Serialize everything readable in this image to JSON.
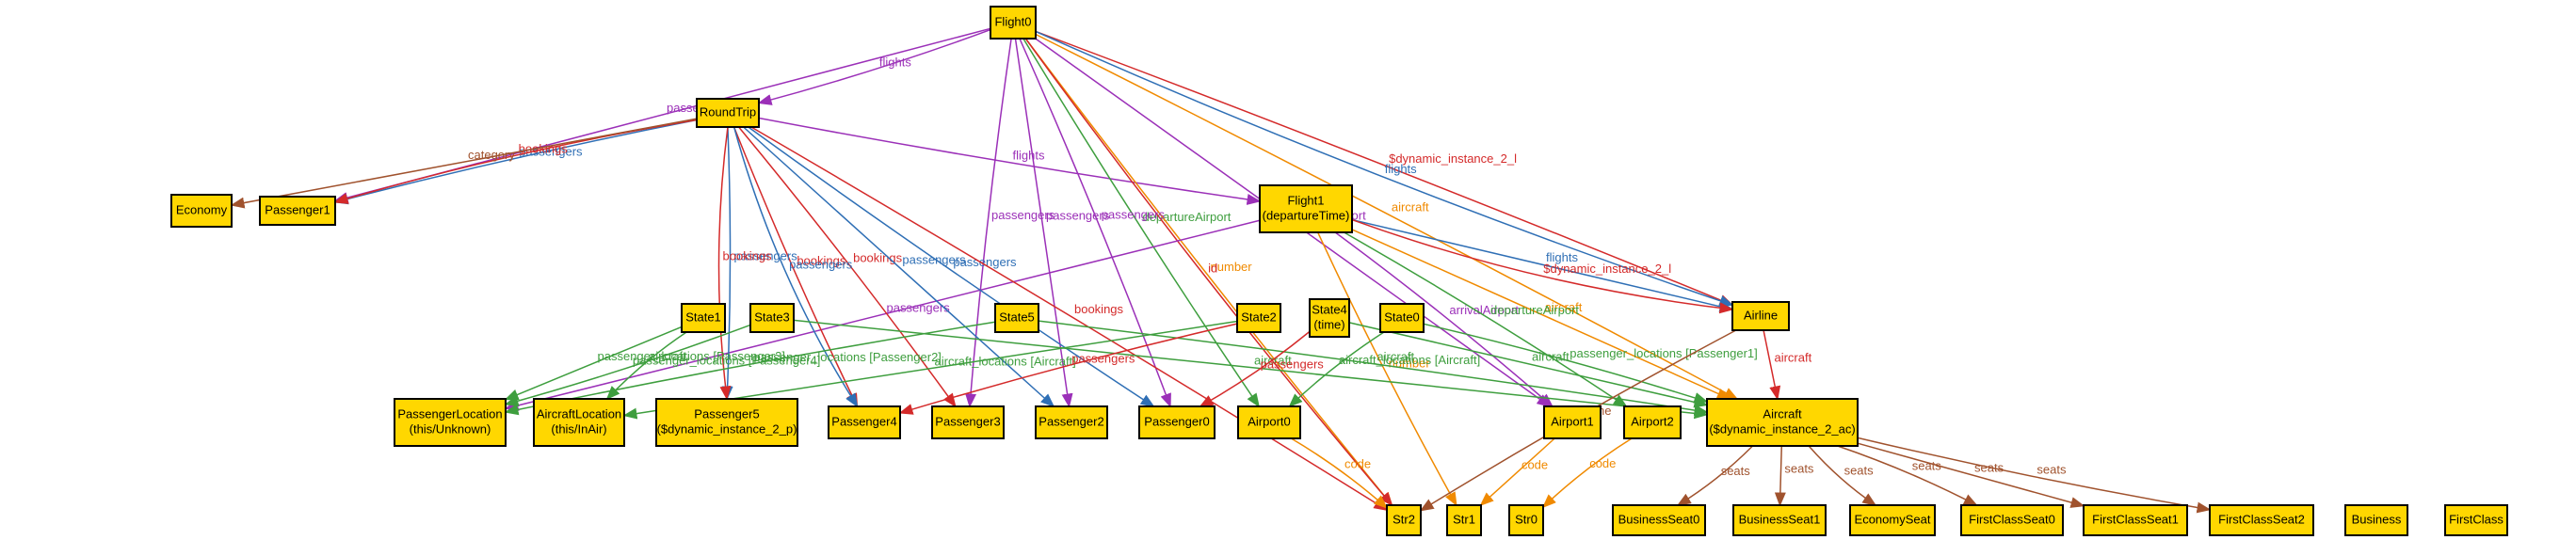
{
  "colors": {
    "node_fill": "#FFD700",
    "purple": "#9B30B8",
    "blue": "#2F6FB5",
    "red": "#D42A2A",
    "green": "#3E9E3E",
    "orange": "#F08A00",
    "brown": "#A0522D"
  },
  "nodes": [
    {
      "id": "Flight0",
      "lines": [
        "Flight0"
      ]
    },
    {
      "id": "RoundTrip",
      "lines": [
        "RoundTrip"
      ]
    },
    {
      "id": "Economy",
      "lines": [
        "Economy"
      ]
    },
    {
      "id": "Passenger1",
      "lines": [
        "Passenger1"
      ]
    },
    {
      "id": "Flight1",
      "lines": [
        "Flight1",
        "(departureTime)"
      ]
    },
    {
      "id": "Airline",
      "lines": [
        "Airline"
      ]
    },
    {
      "id": "State1",
      "lines": [
        "State1"
      ]
    },
    {
      "id": "State3",
      "lines": [
        "State3"
      ]
    },
    {
      "id": "State5",
      "lines": [
        "State5"
      ]
    },
    {
      "id": "State2",
      "lines": [
        "State2"
      ]
    },
    {
      "id": "State4",
      "lines": [
        "State4",
        "(time)"
      ]
    },
    {
      "id": "State0",
      "lines": [
        "State0"
      ]
    },
    {
      "id": "PassengerLocation",
      "lines": [
        "PassengerLocation",
        "(this/Unknown)"
      ]
    },
    {
      "id": "AircraftLocation",
      "lines": [
        "AircraftLocation",
        "(this/InAir)"
      ]
    },
    {
      "id": "Passenger5",
      "lines": [
        "Passenger5",
        "($dynamic_instance_2_p)"
      ]
    },
    {
      "id": "Passenger4",
      "lines": [
        "Passenger4"
      ]
    },
    {
      "id": "Passenger3",
      "lines": [
        "Passenger3"
      ]
    },
    {
      "id": "Passenger2",
      "lines": [
        "Passenger2"
      ]
    },
    {
      "id": "Passenger0",
      "lines": [
        "Passenger0"
      ]
    },
    {
      "id": "Airport0",
      "lines": [
        "Airport0"
      ]
    },
    {
      "id": "Airport1",
      "lines": [
        "Airport1"
      ]
    },
    {
      "id": "Airport2",
      "lines": [
        "Airport2"
      ]
    },
    {
      "id": "Aircraft",
      "lines": [
        "Aircraft",
        "($dynamic_instance_2_ac)"
      ]
    },
    {
      "id": "Str2",
      "lines": [
        "Str2"
      ]
    },
    {
      "id": "Str1",
      "lines": [
        "Str1"
      ]
    },
    {
      "id": "Str0",
      "lines": [
        "Str0"
      ]
    },
    {
      "id": "BusinessSeat0",
      "lines": [
        "BusinessSeat0"
      ]
    },
    {
      "id": "BusinessSeat1",
      "lines": [
        "BusinessSeat1"
      ]
    },
    {
      "id": "EconomySeat",
      "lines": [
        "EconomySeat"
      ]
    },
    {
      "id": "FirstClassSeat0",
      "lines": [
        "FirstClassSeat0"
      ]
    },
    {
      "id": "FirstClassSeat1",
      "lines": [
        "FirstClassSeat1"
      ]
    },
    {
      "id": "FirstClassSeat2",
      "lines": [
        "FirstClassSeat2"
      ]
    },
    {
      "id": "Business",
      "lines": [
        "Business"
      ]
    },
    {
      "id": "FirstClass",
      "lines": [
        "FirstClass"
      ]
    }
  ],
  "edges": [
    {
      "from": "Flight0",
      "to": "RoundTrip",
      "label": "flights",
      "color": "purple"
    },
    {
      "from": "Flight0",
      "to": "Passenger1",
      "label": "passengers",
      "color": "purple"
    },
    {
      "from": "RoundTrip",
      "to": "Passenger1",
      "label": "passengers",
      "color": "blue"
    },
    {
      "from": "RoundTrip",
      "to": "Passenger1",
      "label": "bookings",
      "color": "red"
    },
    {
      "from": "RoundTrip",
      "to": "Economy",
      "label": "category",
      "color": "brown"
    },
    {
      "from": "RoundTrip",
      "to": "Flight1",
      "label": "flights",
      "color": "purple"
    },
    {
      "from": "Flight0",
      "to": "Airline",
      "label": "$dynamic_instance_2_l",
      "color": "red"
    },
    {
      "from": "Flight0",
      "to": "Airline",
      "label": "flights",
      "color": "blue"
    },
    {
      "from": "Flight0",
      "to": "Airport0",
      "label": "departureAirport",
      "color": "green"
    },
    {
      "from": "Flight0",
      "to": "Aircraft",
      "label": "aircraft",
      "color": "orange"
    },
    {
      "from": "Flight0",
      "to": "Airport1",
      "label": "arrivalAirport",
      "color": "purple"
    },
    {
      "from": "Flight0",
      "to": "Str2",
      "label": "number",
      "color": "orange"
    },
    {
      "from": "Flight0",
      "to": "Str2",
      "label": "id",
      "color": "red"
    },
    {
      "from": "Flight0",
      "to": "Passenger2",
      "label": "passengers",
      "color": "purple"
    },
    {
      "from": "Flight0",
      "to": "Passenger3",
      "label": "passengers",
      "color": "purple"
    },
    {
      "from": "Flight0",
      "to": "Passenger0",
      "label": "passengers",
      "color": "purple"
    },
    {
      "from": "Flight1",
      "to": "Airline",
      "label": "flights",
      "color": "blue"
    },
    {
      "from": "Flight1",
      "to": "Airline",
      "label": "$dynamic_instance_2_l",
      "color": "red"
    },
    {
      "from": "Flight1",
      "to": "Airport1",
      "label": "arrivalAirport",
      "color": "purple"
    },
    {
      "from": "Flight1",
      "to": "Aircraft",
      "label": "aircraft",
      "color": "orange"
    },
    {
      "from": "Flight1",
      "to": "Str1",
      "label": "number",
      "color": "orange"
    },
    {
      "from": "Flight1",
      "to": "Airport2",
      "label": "departureAirport",
      "color": "green"
    },
    {
      "from": "Flight1",
      "to": "PassengerLocation",
      "label": "passengers",
      "color": "purple"
    },
    {
      "from": "RoundTrip",
      "to": "Passenger4",
      "label": "bookings",
      "color": "red"
    },
    {
      "from": "RoundTrip",
      "to": "Passenger3",
      "label": "bookings",
      "color": "red"
    },
    {
      "from": "RoundTrip",
      "to": "Passenger2",
      "label": "passengers",
      "color": "blue"
    },
    {
      "from": "RoundTrip",
      "to": "Passenger0",
      "label": "passengers",
      "color": "blue"
    },
    {
      "from": "RoundTrip",
      "to": "Passenger5",
      "label": "passengers",
      "color": "blue"
    },
    {
      "from": "RoundTrip",
      "to": "Passenger5",
      "label": "bookings",
      "color": "red"
    },
    {
      "from": "RoundTrip",
      "to": "Passenger4",
      "label": "passengers",
      "color": "blue"
    },
    {
      "from": "RoundTrip",
      "to": "Str2",
      "label": "bookings",
      "color": "red"
    },
    {
      "from": "State1",
      "to": "PassengerLocation",
      "label": "passenger_locations [Passenger3]",
      "color": "green"
    },
    {
      "from": "State1",
      "to": "AircraftLocation",
      "label": "aircraft",
      "color": "green"
    },
    {
      "from": "State3",
      "to": "PassengerLocation",
      "label": "passenger_locations [Passenger4]",
      "color": "green"
    },
    {
      "from": "State3",
      "to": "Aircraft",
      "label": "aircraft",
      "color": "green"
    },
    {
      "from": "State5",
      "to": "PassengerLocation",
      "label": "passenger_locations [Passenger2]",
      "color": "green"
    },
    {
      "from": "State5",
      "to": "Aircraft",
      "label": "aircraft",
      "color": "green"
    },
    {
      "from": "State2",
      "to": "AircraftLocation",
      "label": "aircraft_locations [Aircraft]",
      "color": "green"
    },
    {
      "from": "State2",
      "to": "Passenger4",
      "label": "passengers",
      "color": "red"
    },
    {
      "from": "State4",
      "to": "Passenger0",
      "label": "passengers",
      "color": "red"
    },
    {
      "from": "State4",
      "to": "Aircraft",
      "label": "aircraft",
      "color": "green"
    },
    {
      "from": "State0",
      "to": "Airport0",
      "label": "aircraft_locations [Aircraft]",
      "color": "green"
    },
    {
      "from": "State0",
      "to": "Aircraft",
      "label": "passenger_locations [Passenger1]",
      "color": "green"
    },
    {
      "from": "Airline",
      "to": "Aircraft",
      "label": "aircraft",
      "color": "red"
    },
    {
      "from": "Airline",
      "to": "Str2",
      "label": "name",
      "color": "brown"
    },
    {
      "from": "Airport0",
      "to": "Str2",
      "label": "code",
      "color": "orange"
    },
    {
      "from": "Airport1",
      "to": "Str1",
      "label": "code",
      "color": "orange"
    },
    {
      "from": "Airport2",
      "to": "Str0",
      "label": "code",
      "color": "orange"
    },
    {
      "from": "Aircraft",
      "to": "BusinessSeat0",
      "label": "seats",
      "color": "brown"
    },
    {
      "from": "Aircraft",
      "to": "BusinessSeat1",
      "label": "seats",
      "color": "brown"
    },
    {
      "from": "Aircraft",
      "to": "EconomySeat",
      "label": "seats",
      "color": "brown"
    },
    {
      "from": "Aircraft",
      "to": "FirstClassSeat0",
      "label": "seats",
      "color": "brown"
    },
    {
      "from": "Aircraft",
      "to": "FirstClassSeat1",
      "label": "seats",
      "color": "brown"
    },
    {
      "from": "Aircraft",
      "to": "FirstClassSeat2",
      "label": "seats",
      "color": "brown"
    }
  ]
}
